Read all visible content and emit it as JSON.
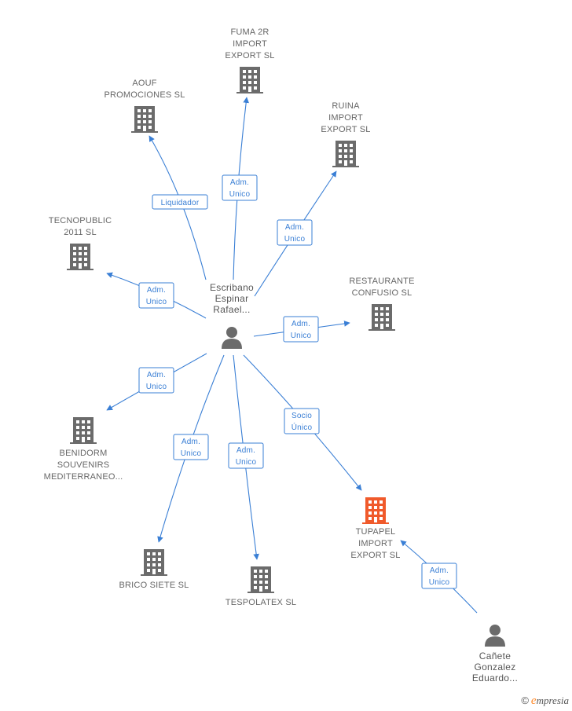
{
  "colors": {
    "edge": "#3a7fd5",
    "building": "#6b6b6b",
    "building_highlight": "#f05a2b",
    "person": "#6b6b6b",
    "label": "#666666"
  },
  "nodes": [
    {
      "id": "fuma2r",
      "type": "company",
      "label": [
        "FUMA 2R",
        "IMPORT",
        "EXPORT SL"
      ],
      "highlight": false
    },
    {
      "id": "aouf",
      "type": "company",
      "label": [
        "AOUF",
        "PROMOCIONES SL"
      ],
      "highlight": false
    },
    {
      "id": "ruina",
      "type": "company",
      "label": [
        "RUINA",
        "IMPORT",
        "EXPORT SL"
      ],
      "highlight": false
    },
    {
      "id": "tecnopublic",
      "type": "company",
      "label": [
        "TECNOPUBLIC",
        "2011 SL"
      ],
      "highlight": false
    },
    {
      "id": "restaurante",
      "type": "company",
      "label": [
        "RESTAURANTE",
        "CONFUSIO SL"
      ],
      "highlight": false
    },
    {
      "id": "benidorm",
      "type": "company",
      "label": [
        "BENIDORM",
        "SOUVENIRS",
        "MEDITERRANEO..."
      ],
      "highlight": false
    },
    {
      "id": "brico",
      "type": "company",
      "label": [
        "BRICO SIETE SL"
      ],
      "highlight": false
    },
    {
      "id": "tespolatex",
      "type": "company",
      "label": [
        "TESPOLATEX SL"
      ],
      "highlight": false
    },
    {
      "id": "tupapel",
      "type": "company",
      "label": [
        "TUPAPEL",
        "IMPORT",
        "EXPORT SL"
      ],
      "highlight": true
    },
    {
      "id": "escribano",
      "type": "person",
      "label": [
        "Escribano",
        "Espinar",
        "Rafael..."
      ]
    },
    {
      "id": "canete",
      "type": "person",
      "label": [
        "Cañete",
        "Gonzalez",
        "Eduardo..."
      ]
    }
  ],
  "edges": [
    {
      "from": "escribano",
      "to": "fuma2r",
      "label": [
        "Adm.",
        "Unico"
      ]
    },
    {
      "from": "escribano",
      "to": "aouf",
      "label": [
        "Liquidador"
      ]
    },
    {
      "from": "escribano",
      "to": "ruina",
      "label": [
        "Adm.",
        "Unico"
      ]
    },
    {
      "from": "escribano",
      "to": "tecnopublic",
      "label": [
        "Adm.",
        "Unico"
      ]
    },
    {
      "from": "escribano",
      "to": "restaurante",
      "label": [
        "Adm.",
        "Unico"
      ]
    },
    {
      "from": "escribano",
      "to": "benidorm",
      "label": [
        "Adm.",
        "Unico"
      ]
    },
    {
      "from": "escribano",
      "to": "brico",
      "label": [
        "Adm.",
        "Unico"
      ]
    },
    {
      "from": "escribano",
      "to": "tespolatex",
      "label": [
        "Adm.",
        "Unico"
      ]
    },
    {
      "from": "escribano",
      "to": "tupapel",
      "label": [
        "Socio",
        "Único"
      ]
    },
    {
      "from": "canete",
      "to": "tupapel",
      "label": [
        "Adm.",
        "Unico"
      ]
    }
  ],
  "footer": {
    "copyright_symbol": "©",
    "brand_first": "e",
    "brand_rest": "mpresia"
  }
}
